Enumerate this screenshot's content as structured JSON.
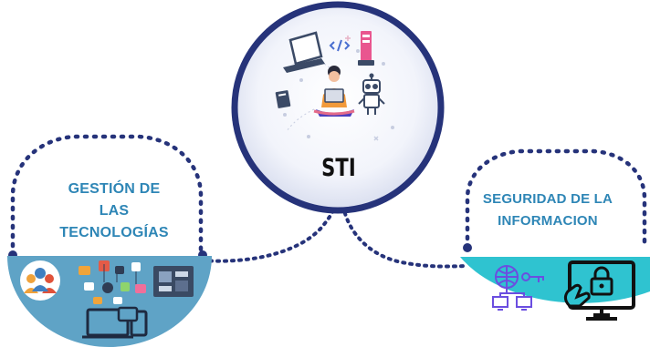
{
  "center": {
    "title": "STI"
  },
  "left": {
    "lines": [
      "GESTIÓN DE",
      "LAS",
      "TECNOLOGÍAS"
    ]
  },
  "right": {
    "lines": [
      "SEGURIDAD DE LA",
      "INFORMACION"
    ]
  },
  "colors": {
    "dots": "#26337a",
    "label_text": "#2e86b6",
    "left_panel": "#5fa3c6",
    "right_panel": "#2fc3d0",
    "center_fill": "#e8ebf6",
    "center_rim": "#26337a"
  },
  "icons": {
    "center": [
      "laptop-icon",
      "code-icon",
      "server-icon",
      "person-with-laptop-icon",
      "robot-icon",
      "book-icon"
    ],
    "left": [
      "team-icon",
      "apps-icon",
      "circuit-board-icon",
      "devices-icon"
    ],
    "right": [
      "network-key-icon",
      "locked-screen-icon"
    ]
  }
}
